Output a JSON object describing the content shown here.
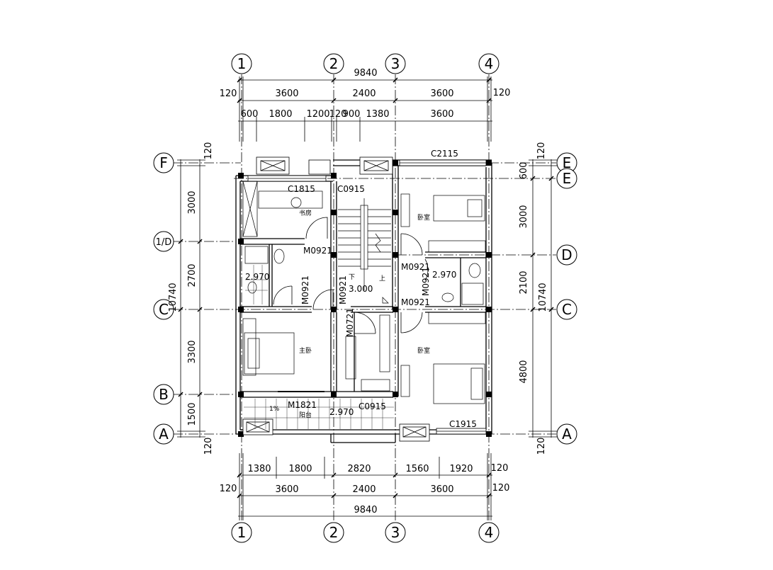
{
  "axes": {
    "num": [
      "1",
      "2",
      "3",
      "4"
    ],
    "left": [
      "F",
      "1/D",
      "C",
      "B",
      "A"
    ],
    "right": [
      "E",
      "E",
      "D",
      "C",
      "A"
    ]
  },
  "dims": {
    "top_total": "9840",
    "top_mid": [
      "120",
      "3600",
      "2400",
      "3600",
      "120"
    ],
    "top_inner": [
      "600",
      "1800",
      "1200",
      "120",
      "900",
      "1380",
      "3600"
    ],
    "bottom_inner": [
      "1380",
      "1800",
      "2820",
      "1560",
      "1920",
      "120"
    ],
    "bottom_mid": [
      "120",
      "3600",
      "2400",
      "3600",
      "120"
    ],
    "bottom_total": "9840",
    "left_vert": [
      "120",
      "3000",
      "2700",
      "3300",
      "1500",
      "120"
    ],
    "left_total": "10740",
    "right_vert": [
      "120",
      "600",
      "3000",
      "2100",
      "4800",
      "120"
    ],
    "right_total": "10740"
  },
  "labels": {
    "c2115": "C2115",
    "c1815": "C1815",
    "c0915_top": "C0915",
    "c0915_bal": "C0915",
    "c1915": "C1915",
    "m0921_a": "M0921",
    "m0921_b": "M0921",
    "m0921_c": "M0921",
    "m0921_d": "M0921",
    "m0921_e": "M0921",
    "m0921_f": "M0921",
    "m0721": "M0721",
    "m1821": "M1821",
    "lvl_a": "2.970",
    "lvl_b": "2.970",
    "lvl_c": "2.970",
    "lvl_stair": "3.000",
    "down": "下",
    "up": "上",
    "slope": "1%"
  },
  "rooms": {
    "study": "书房",
    "bedroom_ne": "卧室",
    "master": "主卧",
    "bedroom_se": "卧室",
    "balcony": "阳台"
  }
}
